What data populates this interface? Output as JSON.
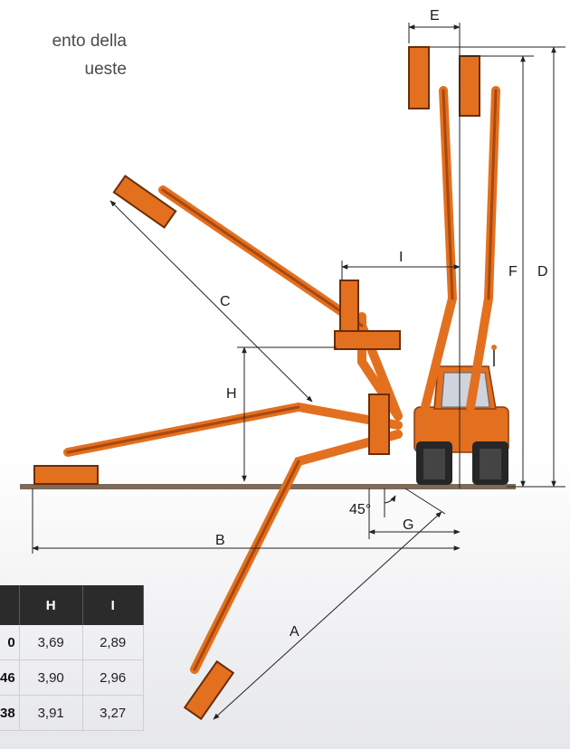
{
  "intro": {
    "line1": "ento della",
    "line2": "ueste"
  },
  "diagram": {
    "labels": {
      "A": "A",
      "B": "B",
      "C": "C",
      "D": "D",
      "E": "E",
      "F": "F",
      "G": "G",
      "H": "H",
      "I": "I",
      "angle": "45°"
    },
    "colors": {
      "machine_orange": "#e3701f",
      "dark_orange": "#a9480f",
      "ground": "#7d6a58",
      "dimension_line": "#222222"
    }
  },
  "table": {
    "headers": [
      "",
      "H",
      "I"
    ],
    "rows": [
      [
        "0",
        "3,69",
        "2,89"
      ],
      [
        "46",
        "3,90",
        "2,96"
      ],
      [
        "38",
        "3,91",
        "3,27"
      ]
    ]
  }
}
